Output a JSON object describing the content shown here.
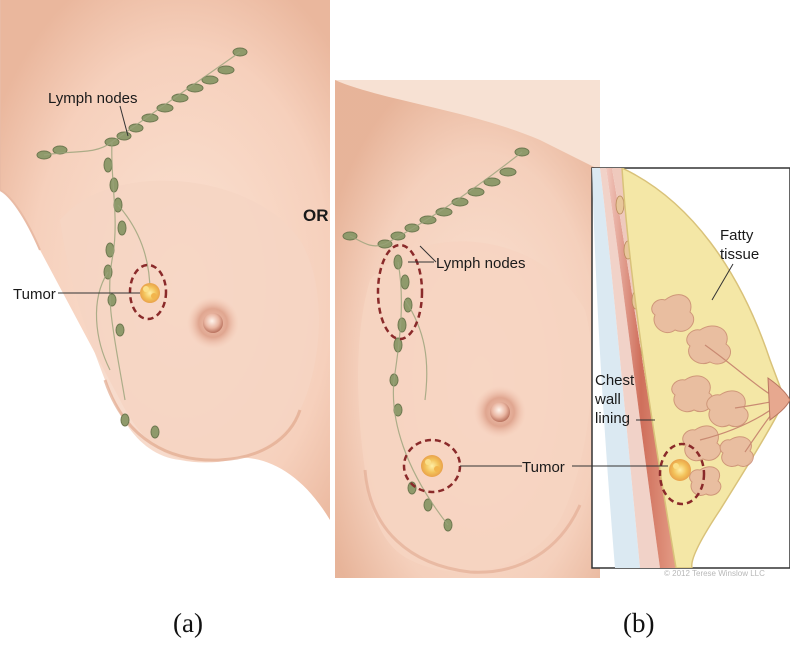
{
  "figure": {
    "left_panel": {
      "lymph_nodes_label": "Lymph nodes",
      "tumor_label": "Tumor"
    },
    "or_label": "OR",
    "middle_panel": {
      "lymph_nodes_label": "Lymph nodes",
      "tumor_label": "Tumor"
    },
    "inset": {
      "fatty_tissue_label": [
        "Fatty",
        "tissue"
      ],
      "chest_wall_label": [
        "Chest",
        "wall",
        "lining"
      ],
      "credit": "© 2012 Terese Winslow LLC"
    },
    "captions": {
      "a": "(a)",
      "b": "(b)"
    }
  },
  "colors": {
    "skin": "#f5d3c0",
    "skin_shadow": "#e7b79f",
    "lymph_node": "#8f9a6b",
    "dashed_circle": "#8a2a2a",
    "fatty_tissue": "#f4e7a6",
    "muscle": "#d07a64"
  }
}
